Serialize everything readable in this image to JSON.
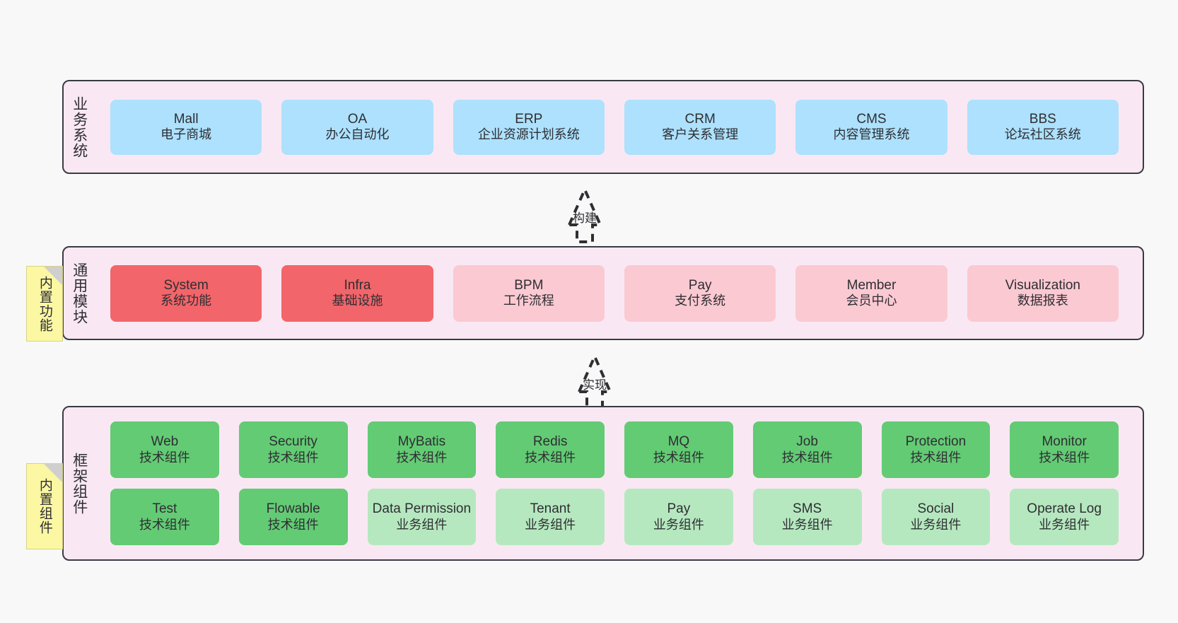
{
  "diagram": {
    "background_color": "#f8f8f8",
    "panel_color": "#f9e8f3",
    "panel_border_color": "#3b3b42"
  },
  "layers": [
    {
      "id": "business",
      "title": "业务系统",
      "box_color": "#ade1fd",
      "rows": [
        [
          {
            "en": "Mall",
            "cn": "电子商城",
            "color": "blue"
          },
          {
            "en": "OA",
            "cn": "办公自动化",
            "color": "blue"
          },
          {
            "en": "ERP",
            "cn": "企业资源计划系统",
            "color": "blue"
          },
          {
            "en": "CRM",
            "cn": "客户关系管理",
            "color": "blue"
          },
          {
            "en": "CMS",
            "cn": "内容管理系统",
            "color": "blue"
          },
          {
            "en": "BBS",
            "cn": "论坛社区系统",
            "color": "blue"
          }
        ]
      ]
    },
    {
      "id": "modules",
      "title": "通用模块",
      "rows": [
        [
          {
            "en": "System",
            "cn": "系统功能",
            "color": "red"
          },
          {
            "en": "Infra",
            "cn": "基础设施",
            "color": "red"
          },
          {
            "en": "BPM",
            "cn": "工作流程",
            "color": "pink"
          },
          {
            "en": "Pay",
            "cn": "支付系统",
            "color": "pink"
          },
          {
            "en": "Member",
            "cn": "会员中心",
            "color": "pink"
          },
          {
            "en": "Visualization",
            "cn": "数据报表",
            "color": "pink"
          }
        ]
      ]
    },
    {
      "id": "framework",
      "title": "框架组件",
      "rows": [
        [
          {
            "en": "Web",
            "cn": "技术组件",
            "color": "green"
          },
          {
            "en": "Security",
            "cn": "技术组件",
            "color": "green"
          },
          {
            "en": "MyBatis",
            "cn": "技术组件",
            "color": "green"
          },
          {
            "en": "Redis",
            "cn": "技术组件",
            "color": "green"
          },
          {
            "en": "MQ",
            "cn": "技术组件",
            "color": "green"
          },
          {
            "en": "Job",
            "cn": "技术组件",
            "color": "green"
          },
          {
            "en": "Protection",
            "cn": "技术组件",
            "color": "green"
          },
          {
            "en": "Monitor",
            "cn": "技术组件",
            "color": "green"
          }
        ],
        [
          {
            "en": "Test",
            "cn": "技术组件",
            "color": "green"
          },
          {
            "en": "Flowable",
            "cn": "技术组件",
            "color": "green"
          },
          {
            "en": "Data Permission",
            "cn": "业务组件",
            "color": "lightgreen"
          },
          {
            "en": "Tenant",
            "cn": "业务组件",
            "color": "lightgreen"
          },
          {
            "en": "Pay",
            "cn": "业务组件",
            "color": "lightgreen"
          },
          {
            "en": "SMS",
            "cn": "业务组件",
            "color": "lightgreen"
          },
          {
            "en": "Social",
            "cn": "业务组件",
            "color": "lightgreen"
          },
          {
            "en": "Operate Log",
            "cn": "业务组件",
            "color": "lightgreen"
          }
        ]
      ]
    }
  ],
  "notes": [
    {
      "id": "functions",
      "label": "内置功能",
      "color": "#fbf7a2"
    },
    {
      "id": "components",
      "label": "内置组件",
      "color": "#fbf7a2"
    }
  ],
  "arrows": [
    {
      "id": "build",
      "label": "构建",
      "style": "dashed-generalization",
      "direction": "up"
    },
    {
      "id": "implement",
      "label": "实现",
      "style": "dashed-generalization",
      "direction": "up"
    }
  ],
  "palette": {
    "blue": "#ade1fd",
    "red": "#f2656a",
    "pink": "#fbc9d2",
    "green": "#63cb74",
    "lightgreen": "#b6e8bf"
  }
}
